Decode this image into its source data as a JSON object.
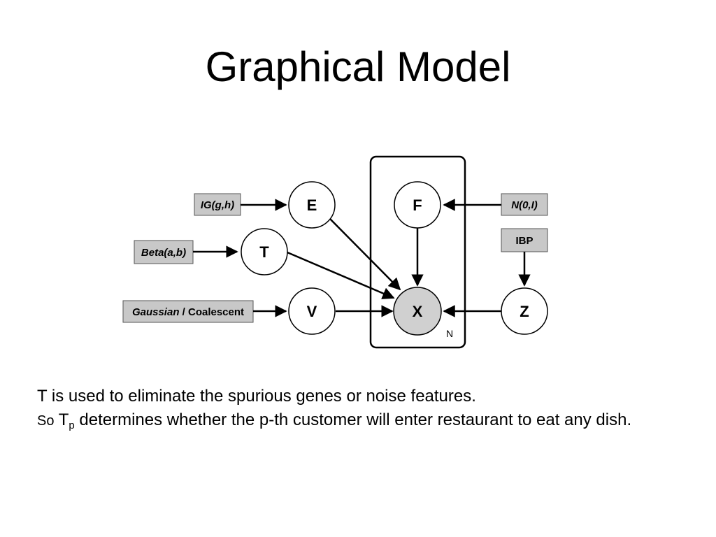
{
  "title": "Graphical Model",
  "diagram": {
    "nodes": {
      "E": "E",
      "F": "F",
      "T": "T",
      "X": "X",
      "V": "V",
      "Z": "Z"
    },
    "priors": {
      "ig": "IG(g,h)",
      "beta": "Beta(a,b)",
      "gauss_italic": "Gaussian",
      "gauss_rest": " / Coalescent",
      "normal": "N(0,I)",
      "ibp": "IBP"
    },
    "plate_label": "N",
    "colors": {
      "observed_node_fill": "#d0d0d0",
      "prior_box_fill": "#c8c8c8"
    }
  },
  "caption": {
    "line1": "T is used to eliminate the spurious genes or noise features.",
    "line2_prefix": "So",
    "line2_var": "T",
    "line2_sub": "p",
    "line2_rest": " determines whether the p-th customer will enter restaurant to eat any dish."
  }
}
